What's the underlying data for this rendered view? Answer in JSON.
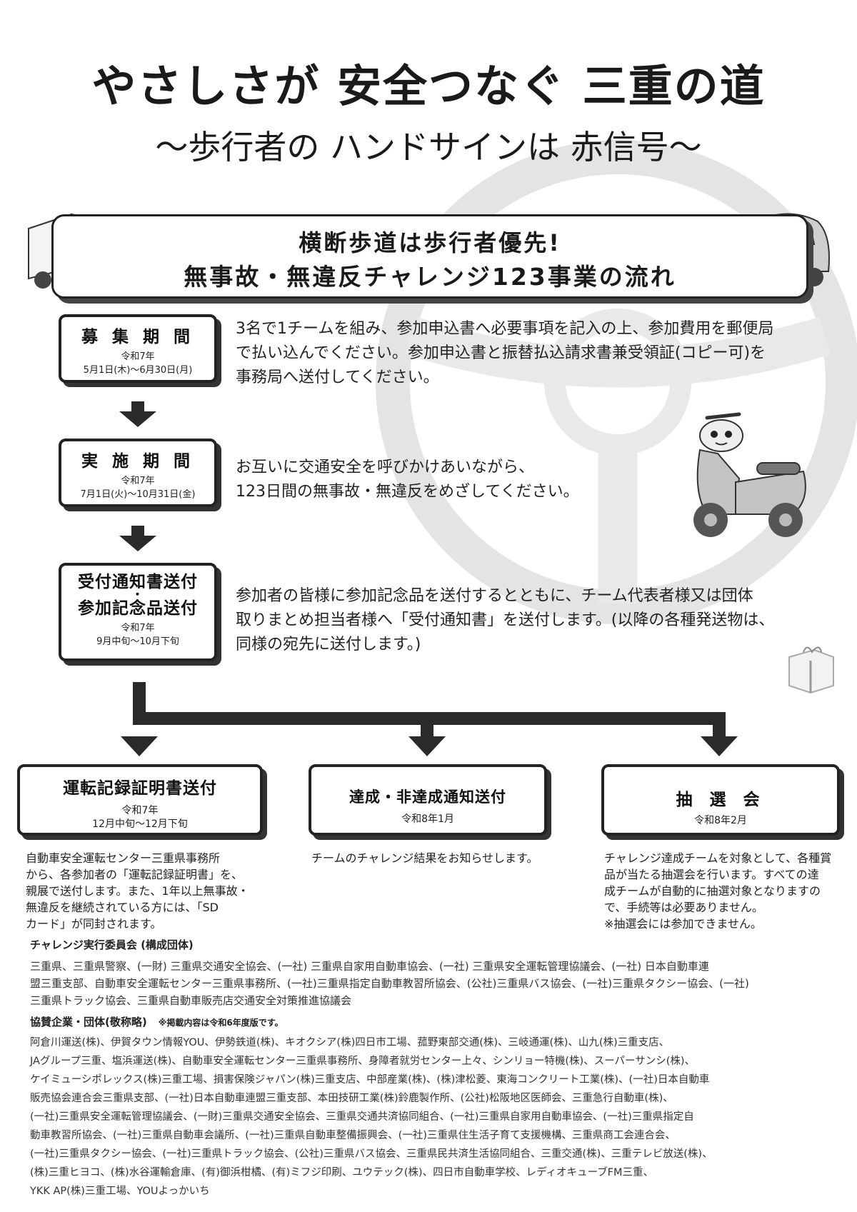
{
  "title": {
    "main": "やさしさが 安全つなぐ 三重の道",
    "sub": "〜歩行者の ハンドサインは 赤信号〜"
  },
  "banner": {
    "line1": "横断歩道は歩行者優先!",
    "line2": "無事故・無違反チャレンジ123事業の流れ"
  },
  "steps": [
    {
      "title": "募 集 期 間",
      "year": "令和7年",
      "period": "5月1日(木)〜6月30日(月)",
      "desc": [
        "3名で1チームを組み、参加申込書へ必要事項を記入の上、参加費用を郵便局",
        "で払い込んでください。参加申込書と振替払込請求書兼受領証(コピー可)を",
        "事務局へ送付してください。"
      ]
    },
    {
      "title": "実 施 期 間",
      "year": "令和7年",
      "period": "7月1日(火)〜10月31日(金)",
      "desc": [
        "お互いに交通安全を呼びかけあいながら、",
        "123日間の無事故・無違反をめざしてください。"
      ]
    },
    {
      "title_1": "受付通知書送付",
      "title_dot": "・",
      "title_2": "参加記念品送付",
      "year": "令和7年",
      "period": "9月中旬〜10月下旬",
      "desc": [
        "参加者の皆様に参加記念品を送付するとともに、チーム代表者様又は団体",
        "取りまとめ担当者様へ「受付通知書」を送付します。(以降の各種発送物は、",
        "同様の宛先に送付します。)"
      ]
    }
  ],
  "outcomes": [
    {
      "title": "運転記録証明書送付",
      "year": "令和7年",
      "period": "12月中旬〜12月下旬",
      "desc": [
        "自動車安全運転センター三重県事務所",
        "から、各参加者の「運転記録証明書」を、",
        "親展で送付します。また、1年以上無事故・",
        "無違反を継続されている方には、「SD",
        "カード」が同封されます。"
      ]
    },
    {
      "title": "達成・非達成通知送付",
      "period": "令和8年1月",
      "desc": [
        "チームのチャレンジ結果をお知らせします。"
      ]
    },
    {
      "title": "抽 選 会",
      "period": "令和8年2月",
      "desc": [
        "チャレンジ達成チームを対象として、各種賞",
        "品が当たる抽選会を行います。すべての達",
        "成チームが自動的に抽選対象となりますの",
        "で、手続等は必要ありません。",
        "※抽選会には参加できません。"
      ]
    }
  ],
  "committee": {
    "heading": "チャレンジ実行委員会 (構成団体)",
    "lines": [
      "三重県、三重県警察、(一財) 三重県交通安全協会、(一社) 三重県自家用自動車協会、(一社) 三重県安全運転管理協議会、(一社) 日本自動車連",
      "盟三重支部、自動車安全運転センター三重県事務所、(一社)三重県指定自動車教習所協会、(公社)三重県バス協会、(一社)三重県タクシー協会、(一社)",
      "三重県トラック協会、三重県自動車販売店交通安全対策推進協議会"
    ]
  },
  "sponsors": {
    "heading": "協賛企業・団体(敬称略)",
    "note": "※掲載内容は令和6年度版です。",
    "lines": [
      "阿倉川運送(株)、伊賀タウン情報YOU、伊勢鉄道(株)、キオクシア(株)四日市工場、菰野東部交通(株)、三岐通運(株)、山九(株)三重支店、",
      "JAグループ三重、塩浜運送(株)、自動車安全運転センター三重県事務所、身障者就労センター上々、シンリョー特機(株)、スーパーサンシ(株)、",
      "ケイミューシポレックス(株)三重工場、損害保険ジャパン(株)三重支店、中部産業(株)、(株)津松菱、東海コンクリート工業(株)、(一社)日本自動車",
      "販売協会連合会三重県支部、(一社)日本自動車連盟三重支部、本田技研工業(株)鈴鹿製作所、(公社)松阪地区医師会、三重急行自動車(株)、",
      "(一社)三重県安全運転管理協議会、(一財)三重県交通安全協会、三重県交通共済協同組合、(一社)三重県自家用自動車協会、(一社)三重県指定自",
      "動車教習所協会、(一社)三重県自動車会議所、(一社)三重県自動車整備振興会、(一社)三重県住生活子育て支援機構、三重県商工会連合会、",
      "(一社)三重県タクシー協会、(一社)三重県トラック協会、(公社)三重県バス協会、三重県民共済生活協同組合、三重交通(株)、三重テレビ放送(株)、",
      "(株)三重ヒヨコ、(株)水谷運輸倉庫、(有)御浜柑橘、(有)ミフジ印刷、ユウテック(株)、四日市自動車学校、レディオキューブFM三重、",
      "YKK AP(株)三重工場、YOUよっかいち"
    ]
  },
  "colors": {
    "ink": "#222222",
    "wheel": "#e2e2e2",
    "vehicle": "#bdbdbd"
  },
  "icons": [
    "truck-icon",
    "car-icon",
    "scooter-icon",
    "gift-icon",
    "steering-wheel-icon",
    "arrow-down-icon"
  ]
}
